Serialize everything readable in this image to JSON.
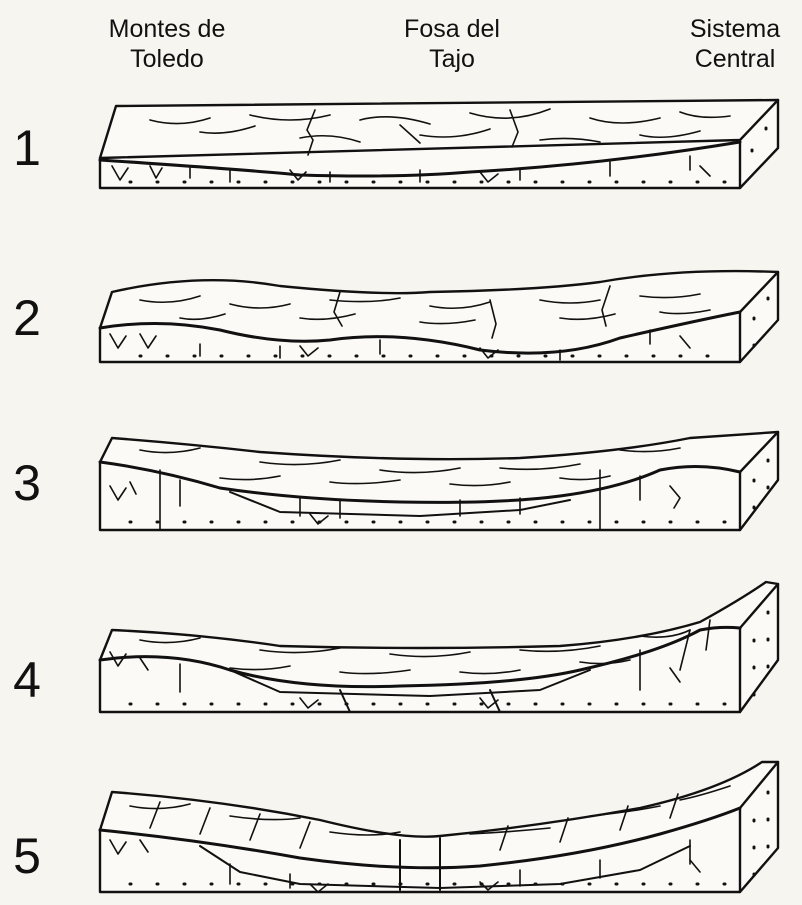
{
  "header": {
    "left": "Montes de\nToledo",
    "middle": "Fosa del\nTajo",
    "right": "Sistema\nCentral"
  },
  "stages": [
    {
      "number": "1"
    },
    {
      "number": "2"
    },
    {
      "number": "3"
    },
    {
      "number": "4"
    },
    {
      "number": "5"
    }
  ],
  "colors": {
    "ink": "#111111",
    "paper": "#f7f5ef"
  }
}
